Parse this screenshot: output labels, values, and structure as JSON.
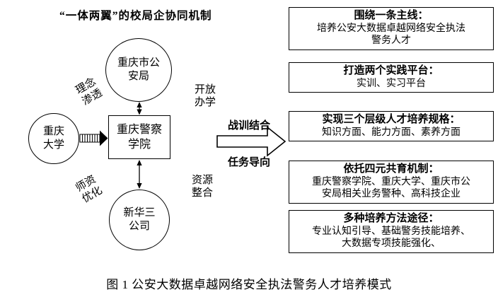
{
  "title": "“一体两翼”的校局企协同机制",
  "nodes": {
    "bureau": {
      "line1": "重庆市公",
      "line2": "安局"
    },
    "university": {
      "line1": "重庆",
      "line2": "大学"
    },
    "college": {
      "line1": "重庆警察",
      "line2": "学院"
    },
    "company": {
      "line1": "新华三",
      "line2": "公司"
    }
  },
  "edge_labels": {
    "concept_infiltration": {
      "line1": "理念",
      "line2": "渗透"
    },
    "open_education": {
      "line1": "开放",
      "line2": "办学"
    },
    "faculty_optimization": {
      "line1": "师资",
      "line2": "优化"
    },
    "resource_integration": {
      "line1": "资源",
      "line2": "整合"
    },
    "combat_training": "战训结合",
    "task_oriented": "任务导向"
  },
  "outcome_boxes": [
    {
      "heading": "围绕一条主线：",
      "lines": [
        "培养公安大数据卓越网络安全执法",
        "警务人才"
      ]
    },
    {
      "heading": "打造两个实践平台：",
      "lines": [
        "实训、实习平台"
      ]
    },
    {
      "heading": "实现三个层级人才培养规格：",
      "lines": [
        "知识方面、能力方面、素养方面"
      ]
    },
    {
      "heading": "依托四元共育机制：",
      "lines": [
        "重庆警察学院、重庆大学、重庆市公",
        "安局相关业务警种、高科技企业"
      ]
    },
    {
      "heading": "多种培养方法途径：",
      "lines": [
        "专业认知引导、基础警务技能培养、",
        "大数据专项技能强化、"
      ]
    }
  ],
  "caption": "图 1 公安大数据卓越网络安全执法警务人才培养模式"
}
